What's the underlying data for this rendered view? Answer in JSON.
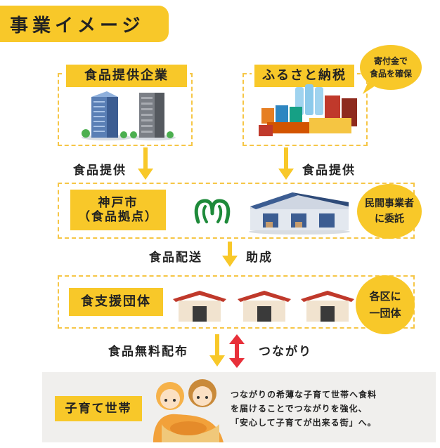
{
  "title": "事業イメージ",
  "top_left": {
    "label": "食品提供企業"
  },
  "top_right": {
    "label": "ふるさと納税",
    "bubble_line1": "寄付金で",
    "bubble_line2": "食品を確保"
  },
  "flow1": {
    "left_label": "食品提供",
    "right_label": "食品提供"
  },
  "kobe": {
    "label_line1": "神戸市",
    "label_line2": "（食品拠点）",
    "badge_line1": "民間事業者",
    "badge_line2": "に委託"
  },
  "flow2": {
    "left_label": "食品配送",
    "right_label": "助成"
  },
  "support": {
    "label": "食支援団体",
    "badge_line1": "各区に",
    "badge_line2": "一団体"
  },
  "flow3": {
    "left_label": "食品無料配布",
    "right_label": "つながり"
  },
  "households": {
    "label": "子育て世帯",
    "desc_line1": "つながりの希薄な子育て世帯へ食料",
    "desc_line2": "を届けることでつながりを強化、",
    "desc_line3": "「安心して子育てが出来る街」へ。"
  },
  "colors": {
    "accent": "#f8c829",
    "dashed": "#f6c646",
    "red": "#e8303a",
    "band": "#f0efed"
  }
}
